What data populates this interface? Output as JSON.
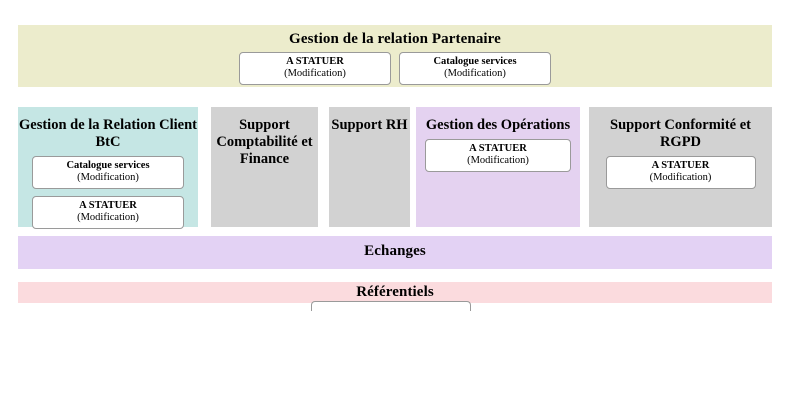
{
  "diagram": {
    "bands": [
      {
        "id": "partenaire",
        "title": "Gestion de la relation Partenaire",
        "color": "#ececcc",
        "boxes": [
          {
            "title": "A STATUER",
            "sub": "(Modification)"
          },
          {
            "title": "Catalogue services",
            "sub": "(Modification)"
          }
        ]
      },
      {
        "id": "echanges",
        "title": "Echanges",
        "color": "#e3d2f4",
        "boxes": []
      },
      {
        "id": "referentiels",
        "title": "Référentiels",
        "color": "#fbdbde",
        "boxes": []
      }
    ],
    "columns": [
      {
        "id": "grc-btc",
        "title": "Gestion de la Relation Client BtC",
        "color": "#c5e6e4",
        "boxes": [
          {
            "title": "Catalogue services",
            "sub": "(Modification)"
          },
          {
            "title": "A STATUER",
            "sub": "(Modification)"
          }
        ]
      },
      {
        "id": "compta",
        "title": "Support Comptabilité et Finance",
        "color": "#d2d2d2",
        "boxes": []
      },
      {
        "id": "rh",
        "title": "Support RH",
        "color": "#d2d2d2",
        "boxes": []
      },
      {
        "id": "operations",
        "title": "Gestion des Opérations",
        "color": "#e4d2f0",
        "boxes": [
          {
            "title": "A STATUER",
            "sub": "(Modification)"
          }
        ]
      },
      {
        "id": "conformite",
        "title": "Support Conformité et RGPD",
        "color": "#d2d2d2",
        "boxes": [
          {
            "title": "A STATUER",
            "sub": "(Modification)"
          }
        ]
      }
    ]
  }
}
